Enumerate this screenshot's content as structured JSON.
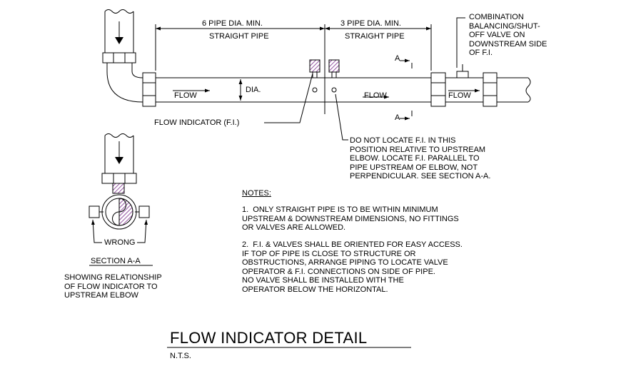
{
  "dimensions": {
    "upstream": "6 PIPE DIA. MIN.",
    "upstream_sub": "STRAIGHT PIPE",
    "downstream": "3 PIPE DIA. MIN.",
    "downstream_sub": "STRAIGHT PIPE",
    "dia": "DIA."
  },
  "flow_labels": [
    "FLOW",
    "FLOW",
    "FLOW"
  ],
  "section_marks": [
    "A",
    "A"
  ],
  "callouts": {
    "valve": "COMBINATION\nBALANCING/SHUT-\nOFF VALVE ON\nDOWNSTREAM SIDE\nOF F.I.",
    "flow_indicator": "FLOW INDICATOR (F.I.)",
    "do_not_locate": "DO NOT LOCATE F.I. IN THIS\nPOSITION RELATIVE TO UPSTREAM\nELBOW. LOCATE F.I. PARALLEL TO\nPIPE UPSTREAM OF ELBOW, NOT\nPERPENDICULAR. SEE SECTION A-A."
  },
  "section": {
    "wrong": "WRONG",
    "title": "SECTION A-A",
    "caption": "SHOWING RELATIONSHIP\nOF FLOW INDICATOR TO\nUPSTREAM ELBOW"
  },
  "notes": {
    "heading": "NOTES:",
    "items": [
      "1.  ONLY STRAIGHT PIPE IS TO BE WITHIN MINIMUM\nUPSTREAM & DOWNSTREAM DIMENSIONS, NO FITTINGS\nOR VALVES ARE ALLOWED.",
      "2.  F.I. & VALVES SHALL BE ORIENTED FOR EASY ACCESS.\nIF TOP OF PIPE IS CLOSE TO STRUCTURE OR\nOBSTRUCTIONS, ARRANGE PIPING TO LOCATE VALVE\nOPERATOR & F.I. CONNECTIONS ON SIDE OF PIPE.\nNO VALVE SHALL BE INSTALLED WITH THE\nOPERATOR BELOW THE HORIZONTAL."
    ]
  },
  "drawing": {
    "title": "FLOW INDICATOR DETAIL",
    "scale": "N.T.S."
  }
}
